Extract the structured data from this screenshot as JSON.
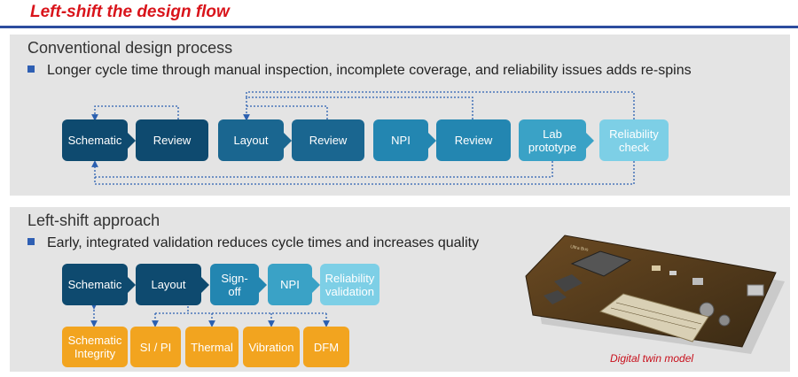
{
  "title": "Left-shift the design flow",
  "conventional": {
    "heading": "Conventional design process",
    "bullet": "Longer cycle time through manual inspection, incomplete coverage, and reliability issues adds re-spins",
    "steps": {
      "schematic": "Schematic",
      "review1": "Review",
      "layout": "Layout",
      "review2": "Review",
      "npi": "NPI",
      "review3": "Review",
      "lab_line1": "Lab",
      "lab_line2": "prototype",
      "rel_line1": "Reliability",
      "rel_line2": "check"
    }
  },
  "leftshift": {
    "heading": "Left-shift approach",
    "bullet": "Early, integrated validation reduces cycle times and increases quality",
    "steps": {
      "schematic": "Schematic",
      "layout": "Layout",
      "signoff_line1": "Sign-",
      "signoff_line2": "off",
      "npi": "NPI",
      "relval_line1": "Reliability",
      "relval_line2": "validation"
    },
    "checks": {
      "si_line1": "Schematic",
      "si_line2": "Integrity",
      "sipi": "SI / PI",
      "thermal": "Thermal",
      "vibration": "Vibration",
      "dfm": "DFM"
    }
  },
  "figure": {
    "board_marking": "Ultra Bus",
    "caption": "Digital twin model"
  },
  "colors": {
    "title_red": "#d9141b",
    "rule_blue": "#2c4c9e",
    "step_dark": "#0e4a6f",
    "step_light": "#7dcfe6",
    "validation_orange": "#f2a41f",
    "connector_blue": "#2a5fb0"
  }
}
